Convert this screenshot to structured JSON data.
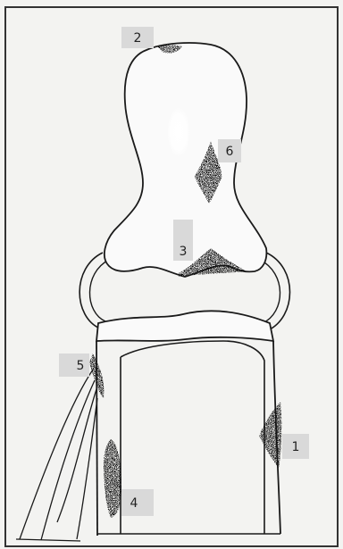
{
  "diagram": {
    "labels": [
      {
        "id": "label-1",
        "text": "1"
      },
      {
        "id": "label-2",
        "text": "2"
      },
      {
        "id": "label-3",
        "text": "3"
      },
      {
        "id": "label-4",
        "text": "4"
      },
      {
        "id": "label-5",
        "text": "5"
      },
      {
        "id": "label-6",
        "text": "6"
      }
    ],
    "colors": {
      "background": "#f3f3f1",
      "outline": "#1a1a1a",
      "label_box": "#d9d9d9",
      "shading": "#111111",
      "frame": "#333333"
    }
  }
}
